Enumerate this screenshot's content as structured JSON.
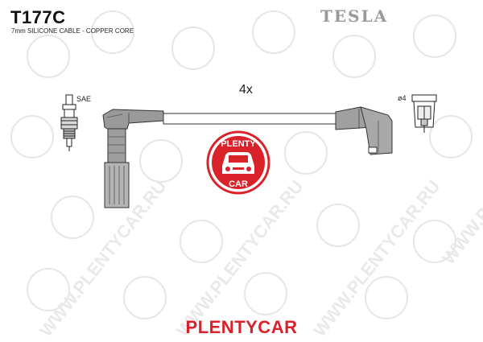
{
  "header": {
    "part_code": "T177C",
    "description": "7mm SILICONE CABLE - COPPER CORE",
    "brand": "TESLA"
  },
  "diagram": {
    "quantity_label": "4x",
    "left_terminal_label": "SAE",
    "right_terminal_label": "ø4"
  },
  "badge": {
    "top_text": "PLENTY",
    "bottom_text": "CAR",
    "color": "#d9222a"
  },
  "watermark": {
    "text": "WWW.PLENTYCAR.RU",
    "color": "#e2e2e2"
  },
  "footer": {
    "text": "PLENTYCAR",
    "color": "#d9222a"
  }
}
